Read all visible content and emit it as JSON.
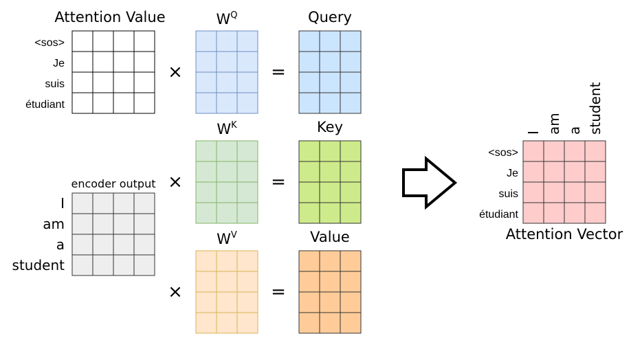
{
  "attention_value": {
    "title": "Attention Value",
    "rows": [
      "<sos>",
      "Je",
      "suis",
      "étudiant"
    ]
  },
  "encoder_output": {
    "title": "encoder output",
    "rows": [
      "I",
      "am",
      "a",
      "student"
    ]
  },
  "weights": {
    "q": {
      "base": "W",
      "sup": "Q"
    },
    "k": {
      "base": "W",
      "sup": "K"
    },
    "v": {
      "base": "W",
      "sup": "V"
    }
  },
  "results": {
    "query": "Query",
    "key": "Key",
    "value": "Value"
  },
  "operators": {
    "times": "×",
    "equals": "="
  },
  "attention_vector": {
    "title": "Attention Vector",
    "rows": [
      "<sos>",
      "Je",
      "suis",
      "étudiant"
    ],
    "cols": [
      "I",
      "am",
      "a",
      "student"
    ]
  },
  "colors": {
    "wq_fill": "#dae8fc",
    "wq_stroke": "#6c8ebf",
    "wk_fill": "#d5e8d4",
    "wk_stroke": "#82b366",
    "wv_fill": "#ffe6cc",
    "wv_stroke": "#d6b656",
    "query_fill": "#cce5ff",
    "key_fill": "#cdeb8b",
    "value_fill": "#ffcc99",
    "enc_fill": "#eeeeee",
    "attn_fill": "#ffcccc"
  }
}
